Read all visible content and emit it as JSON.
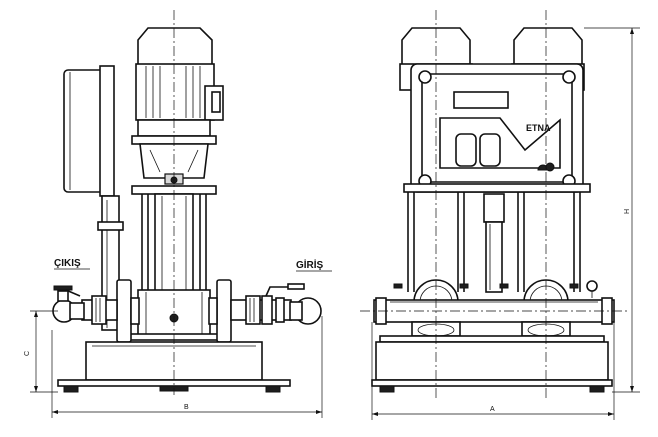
{
  "labels": {
    "outlet": "ÇIKIŞ",
    "inlet": "GİRİŞ",
    "brand": "ETNA",
    "dim_a": "A",
    "dim_b": "B",
    "dim_c": "C",
    "dim_h": "H"
  }
}
